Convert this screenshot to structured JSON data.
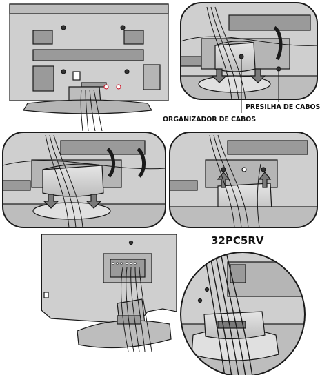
{
  "labels": {
    "cable_clip": "PRESILHA DE CABOS",
    "cable_organizer": "ORGANIZADOR DE CABOS",
    "model": "32PC5RV"
  },
  "colors": {
    "line": "#1a1a1a",
    "panel_fill": "#cfcfcf",
    "panel_dark": "#9a9a9a",
    "arrow_fill": "#7a7a7a",
    "background": "#ffffff"
  }
}
